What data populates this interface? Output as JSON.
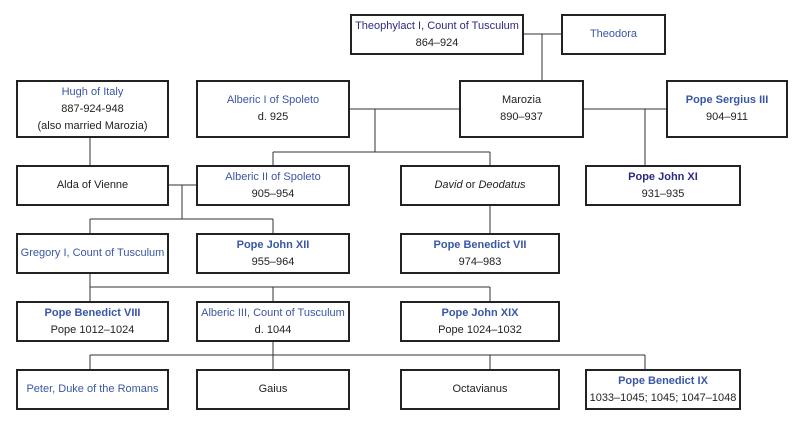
{
  "title": "Family tree of Theophylact I, Count of Tusculum",
  "colors": {
    "link": "#3a56a6",
    "visited_link": "#2b2b85",
    "border": "#222222"
  },
  "people": {
    "theophylact": {
      "name": "Theophylact I, Count of Tusculum",
      "dates": "864–924"
    },
    "theodora": {
      "name": "Theodora"
    },
    "hugh": {
      "name": "Hugh of Italy",
      "dates": "887-924-948",
      "note": "(also married Marozia)"
    },
    "alberic1": {
      "name": "Alberic I of Spoleto",
      "dates": "d. 925"
    },
    "marozia": {
      "name": "Marozia",
      "dates": "890–937"
    },
    "sergius": {
      "name": "Pope Sergius III",
      "dates": "904–911"
    },
    "alda": {
      "name": "Alda of Vienne"
    },
    "alberic2": {
      "name": "Alberic II of Spoleto",
      "dates": "905–954"
    },
    "david": {
      "name_a": "David",
      "conj": " or ",
      "name_b": "Deodatus"
    },
    "john11": {
      "name": "Pope John XI",
      "dates": "931–935"
    },
    "gregory": {
      "name": "Gregory I, Count of Tusculum"
    },
    "john12": {
      "name": "Pope John XII",
      "dates": "955–964"
    },
    "benedict7": {
      "name": "Pope Benedict VII",
      "dates": "974–983"
    },
    "benedict8": {
      "name": "Pope Benedict VIII",
      "dates": "Pope 1012–1024"
    },
    "alberic3": {
      "name": "Alberic III, Count of Tusculum",
      "dates": "d. 1044"
    },
    "john19": {
      "name": "Pope John XIX",
      "dates": "Pope 1024–1032"
    },
    "peter": {
      "name": "Peter, Duke of the Romans"
    },
    "gaius": {
      "name": "Gaius"
    },
    "octavianus": {
      "name": "Octavianus"
    },
    "benedict9": {
      "name": "Pope Benedict IX",
      "dates": "1033–1045; 1045; 1047–1048"
    }
  }
}
